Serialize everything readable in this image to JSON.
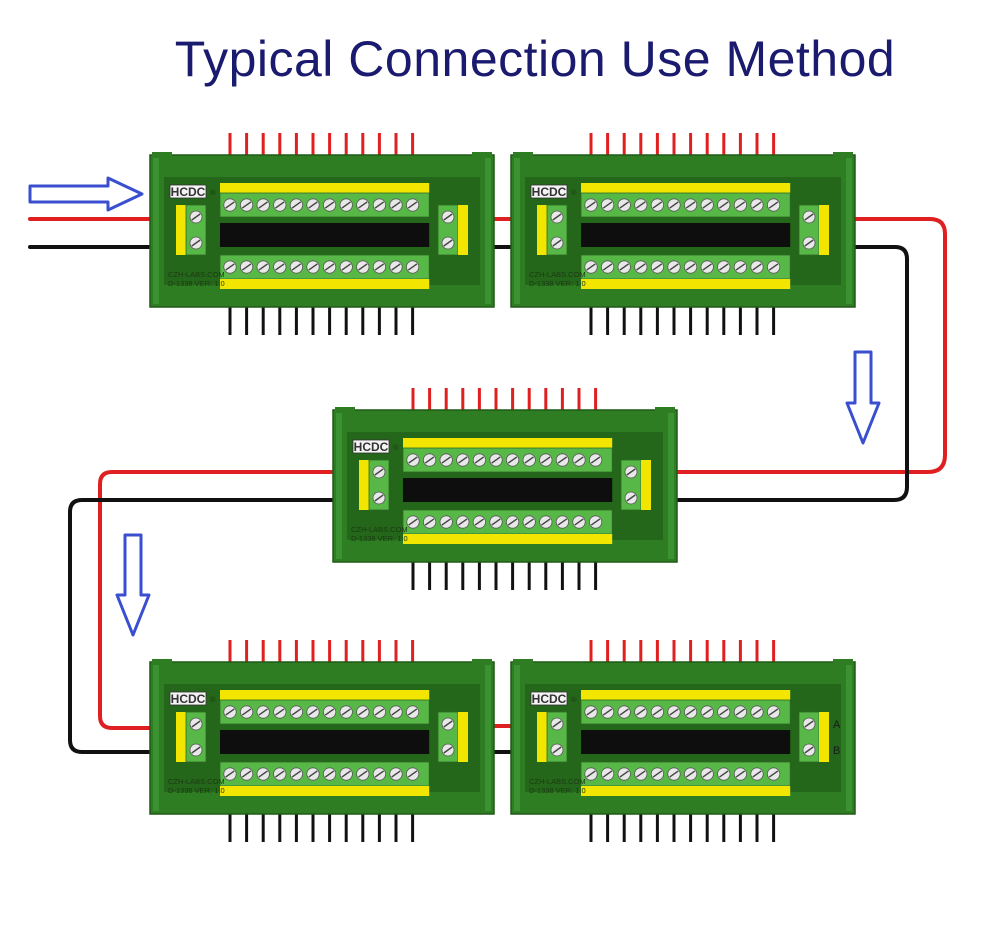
{
  "title": "Typical Connection Use Method",
  "board": {
    "brand": "HCDC",
    "registered_mark": "®",
    "site": "CZH-LABS.COM",
    "model_version": "D-1338 VER: 1.0",
    "terminal_a": "A",
    "terminal_b": "B",
    "pins_per_row": 12
  },
  "boards": [
    {
      "id": "board-1",
      "end_labels_visible": false
    },
    {
      "id": "board-2",
      "end_labels_visible": false
    },
    {
      "id": "board-3",
      "end_labels_visible": false
    },
    {
      "id": "board-4",
      "end_labels_visible": false
    },
    {
      "id": "board-5",
      "end_labels_visible": true
    }
  ],
  "colors": {
    "title": "#1a1a6e",
    "board": "#2f7d22",
    "terminal_green": "#58b847",
    "terminal_yellow": "#f2e600",
    "wire_red": "#e02020",
    "wire_black": "#111111",
    "arrow": "#3a4fd0"
  }
}
